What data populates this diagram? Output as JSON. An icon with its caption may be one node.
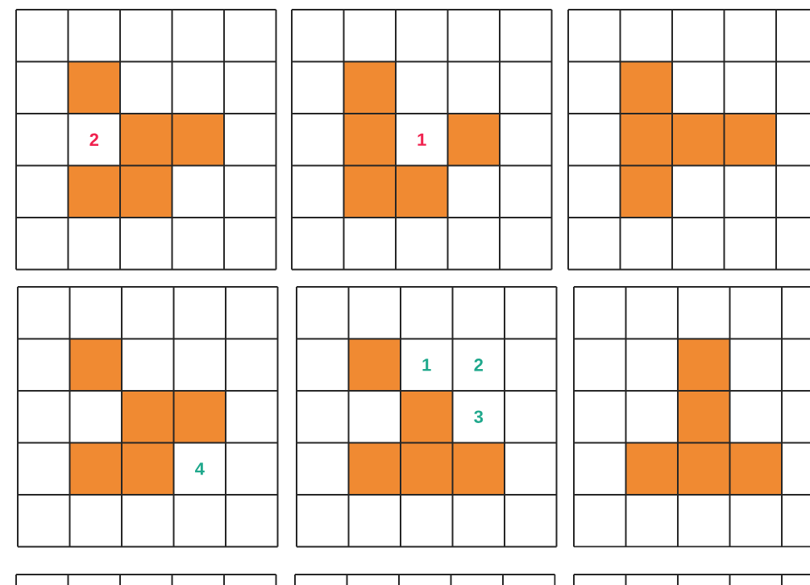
{
  "diagram": {
    "labels": [
      "2",
      "1",
      "1",
      "2",
      "3",
      "4"
    ]
  }
}
